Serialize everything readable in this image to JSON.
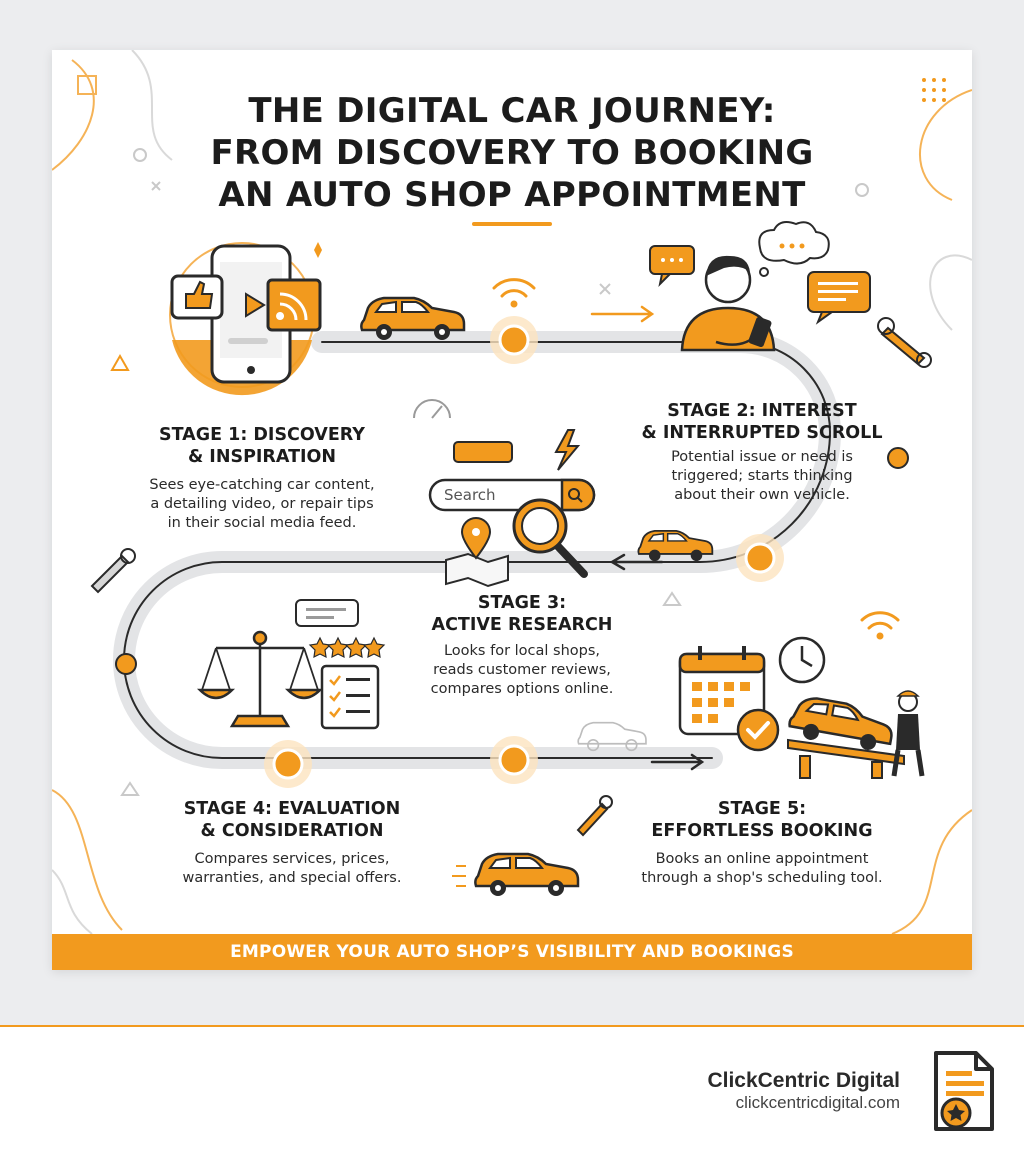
{
  "title": {
    "line1": "THE DIGITAL CAR JOURNEY:",
    "line2": "FROM DISCOVERY TO BOOKING",
    "line3": "AN AUTO SHOP APPOINTMENT"
  },
  "stages": [
    {
      "title_line1": "STAGE 1: DISCOVERY",
      "title_line2": "& INSPIRATION",
      "desc_lines": [
        "Sees eye-catching car content,",
        "a detailing video, or repair tips",
        "in their social media feed."
      ]
    },
    {
      "title_line1": "STAGE 2: INTEREST",
      "title_line2": "& INTERRUPTED SCROLL",
      "desc_lines": [
        "Potential issue or need is",
        "triggered; starts thinking",
        "about their own vehicle."
      ]
    },
    {
      "title_line1": "STAGE 3:",
      "title_line2": "ACTIVE RESEARCH",
      "desc_lines": [
        "Looks for local shops,",
        "reads customer reviews,",
        "compares options online."
      ]
    },
    {
      "title_line1": "STAGE 4: EVALUATION",
      "title_line2": "& CONSIDERATION",
      "desc_lines": [
        "Compares services, prices,",
        "warranties, and special offers."
      ]
    },
    {
      "title_line1": "STAGE 5:",
      "title_line2": "EFFORTLESS BOOKING",
      "desc_lines": [
        "Books an online appointment",
        "through a shop's scheduling tool."
      ]
    }
  ],
  "search": {
    "placeholder": "Search"
  },
  "banner": "EMPOWER YOUR AUTO SHOP’S VISIBILITY AND BOOKINGS",
  "footer": {
    "brand_name": "ClickCentric Digital",
    "brand_url": "clickcentricdigital.com"
  },
  "colors": {
    "accent": "#f29a1e",
    "dark": "#1c1c1c",
    "path": "#e2e3e5"
  },
  "icons": [
    "smartphone-icon",
    "thumbs-up-icon",
    "rss-icon",
    "car-icon",
    "person-phone-icon",
    "speech-bubble-icon",
    "wrench-icon",
    "search-bar-icon",
    "magnifier-icon",
    "map-pin-icon",
    "lightning-icon",
    "scales-icon",
    "stars-icon",
    "checklist-icon",
    "calendar-icon",
    "clock-icon",
    "checkmark-icon",
    "car-lift-icon",
    "mechanic-icon",
    "wifi-icon",
    "document-star-icon"
  ]
}
